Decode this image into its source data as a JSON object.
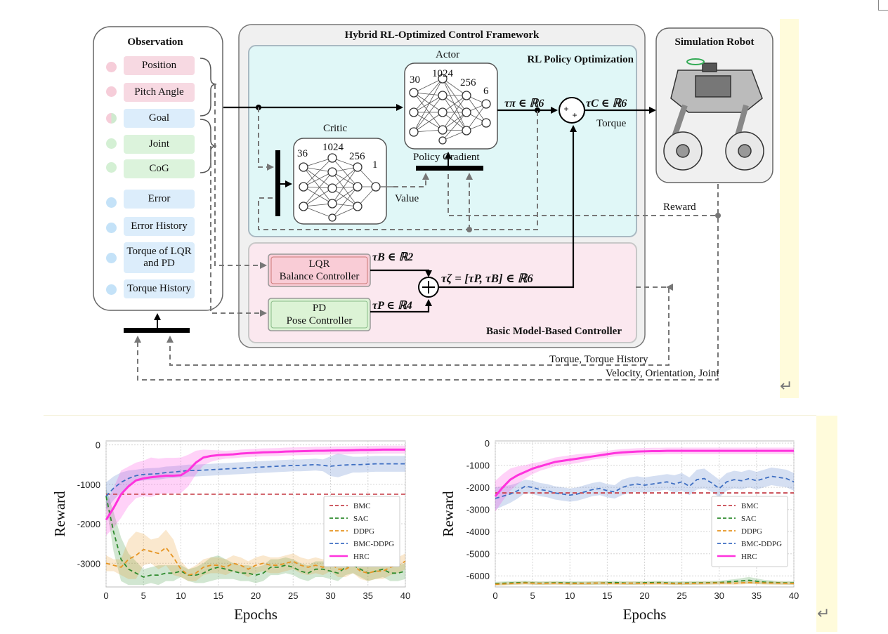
{
  "diagram": {
    "framework_title": "Hybrid RL-Optimized Control Framework",
    "observation": {
      "title": "Observation",
      "items": [
        "Position",
        "Pitch Angle",
        "Goal",
        "Joint",
        "CoG",
        "Error",
        "Error History",
        "Torque of LQR and PD",
        "Torque History"
      ]
    },
    "rl_policy": {
      "title": "RL Policy Optimization",
      "actor_label": "Actor",
      "actor_layers": [
        "30",
        "1024",
        "256",
        "6"
      ],
      "critic_label": "Critic",
      "critic_layers": [
        "36",
        "1024",
        "256",
        "1"
      ],
      "value_label": "Value",
      "policy_gradient_label": "Policy Gradient",
      "tau_pi": "τπ ∈ ℝ6",
      "tau_c": "τC ∈ ℝ6",
      "torque_label": "Torque"
    },
    "controller": {
      "title": "Basic Model-Based Controller",
      "lqr_line1": "LQR",
      "lqr_line2": "Balance Controller",
      "pd_line1": "PD",
      "pd_line2": "Pose Controller",
      "tau_b": "τB ∈ ℝ2",
      "tau_p": "τP ∈ ℝ4",
      "tau_zeta": "τζ = [τP, τB] ∈ ℝ6"
    },
    "robot": {
      "title": "Simulation Robot"
    },
    "feedback": {
      "reward_label": "Reward",
      "torque_history_label": "Torque, Torque History",
      "state_label": "Velocity, Orientation, Joint"
    },
    "colors": {
      "rl_bg": "#e0f7f7",
      "ctrl_bg": "#fbe8ef",
      "lqr": "#f9ccd6",
      "pd": "#dcf3d5",
      "hrc": "#ff33dd"
    }
  },
  "chart_data": [
    {
      "type": "line",
      "xlabel": "Epochs",
      "ylabel": "Reward",
      "xlim": [
        0,
        40
      ],
      "ylim": [
        -3600,
        100
      ],
      "x_ticks": [
        0,
        5,
        10,
        15,
        20,
        25,
        30,
        35,
        40
      ],
      "y_ticks": [
        0,
        -1000,
        -2000,
        -3000
      ],
      "grid": true,
      "legend_position": "right",
      "series": [
        {
          "name": "BMC",
          "color": "#c8464f",
          "dash": "dashed",
          "x": [
            0,
            40
          ],
          "y": [
            -1250,
            -1250
          ]
        },
        {
          "name": "SAC",
          "color": "#2e8b2e",
          "dash": "dashed",
          "x": [
            0,
            1,
            2,
            3,
            4,
            5,
            6,
            7,
            8,
            9,
            10,
            11,
            12,
            13,
            14,
            15,
            16,
            17,
            18,
            19,
            20,
            21,
            22,
            23,
            24,
            25,
            26,
            27,
            28,
            29,
            30,
            31,
            32,
            33,
            34,
            35,
            36,
            37,
            38,
            39,
            40
          ],
          "y": [
            -1300,
            -2200,
            -2900,
            -3150,
            -3250,
            -3350,
            -3300,
            -3300,
            -3250,
            -3250,
            -3200,
            -3300,
            -3300,
            -3250,
            -3150,
            -3100,
            -3150,
            -3200,
            -3250,
            -3250,
            -3300,
            -3250,
            -3100,
            -3100,
            -3050,
            -3100,
            -3200,
            -3250,
            -3150,
            -3150,
            -3200,
            -3250,
            -3100,
            -3050,
            -3150,
            -3250,
            -3200,
            -3150,
            -3250,
            -3250,
            -3200
          ],
          "band": [
            200,
            500,
            550,
            400,
            300,
            200,
            200,
            250,
            200,
            200,
            150,
            150,
            200,
            250,
            300,
            300,
            250,
            200,
            200,
            200,
            200,
            200,
            200,
            200,
            200,
            200,
            200,
            200,
            200,
            200,
            200,
            200,
            200,
            200,
            200,
            200,
            200,
            200,
            200,
            200,
            200
          ]
        },
        {
          "name": "DDPG",
          "color": "#e69421",
          "dash": "dashed",
          "x": [
            0,
            1,
            2,
            3,
            4,
            5,
            6,
            7,
            8,
            9,
            10,
            11,
            12,
            13,
            14,
            15,
            16,
            17,
            18,
            19,
            20,
            21,
            22,
            23,
            24,
            25,
            26,
            27,
            28,
            29,
            30,
            31,
            32,
            33,
            34,
            35,
            36,
            37,
            38,
            39,
            40
          ],
          "y": [
            -3000,
            -3050,
            -3100,
            -2900,
            -2800,
            -2650,
            -2700,
            -2750,
            -2600,
            -2850,
            -3150,
            -3300,
            -3250,
            -3100,
            -3050,
            -3050,
            -3100,
            -3000,
            -3050,
            -3150,
            -3050,
            -3000,
            -3050,
            -3050,
            -3000,
            -2950,
            -3050,
            -3100,
            -3050,
            -3100,
            -3000,
            -3150,
            -3150,
            -3050,
            -3200,
            -3250,
            -3200,
            -3200,
            -3100,
            -3050,
            -2950
          ],
          "band": [
            200,
            150,
            200,
            500,
            600,
            400,
            300,
            400,
            450,
            450,
            200,
            150,
            200,
            200,
            200,
            200,
            200,
            200,
            200,
            200,
            200,
            200,
            200,
            200,
            200,
            200,
            200,
            200,
            200,
            200,
            200,
            200,
            200,
            200,
            200,
            200,
            200,
            200,
            200,
            200,
            200
          ]
        },
        {
          "name": "BMC-DDPG",
          "color": "#3f6fc2",
          "dash": "dashed",
          "x": [
            0,
            1,
            2,
            3,
            4,
            5,
            6,
            7,
            8,
            9,
            10,
            11,
            12,
            13,
            14,
            15,
            16,
            17,
            18,
            19,
            20,
            21,
            22,
            23,
            24,
            25,
            26,
            27,
            28,
            29,
            30,
            31,
            32,
            33,
            34,
            35,
            36,
            37,
            38,
            39,
            40
          ],
          "y": [
            -1300,
            -1100,
            -950,
            -850,
            -780,
            -750,
            -740,
            -730,
            -700,
            -690,
            -670,
            -650,
            -650,
            -640,
            -630,
            -620,
            -610,
            -600,
            -590,
            -580,
            -570,
            -560,
            -550,
            -540,
            -530,
            -520,
            -520,
            -510,
            -500,
            -520,
            -540,
            -520,
            -510,
            -500,
            -500,
            -490,
            -480,
            -480,
            -480,
            -480,
            -480
          ],
          "band": [
            350,
            300,
            250,
            200,
            150,
            150,
            150,
            150,
            150,
            150,
            150,
            150,
            150,
            150,
            150,
            150,
            150,
            150,
            150,
            150,
            150,
            150,
            150,
            150,
            150,
            150,
            150,
            150,
            150,
            150,
            250,
            300,
            250,
            200,
            200,
            200,
            200,
            200,
            200,
            200,
            200
          ]
        },
        {
          "name": "HRC",
          "color": "#ff33dd",
          "dash": "solid",
          "x": [
            0,
            1,
            2,
            3,
            4,
            5,
            6,
            7,
            8,
            9,
            10,
            11,
            12,
            13,
            14,
            15,
            16,
            17,
            18,
            19,
            20,
            21,
            22,
            23,
            24,
            25,
            26,
            27,
            28,
            29,
            30,
            31,
            32,
            33,
            34,
            35,
            36,
            37,
            38,
            39,
            40
          ],
          "y": [
            -1900,
            -1600,
            -1250,
            -1050,
            -900,
            -850,
            -820,
            -800,
            -780,
            -780,
            -770,
            -650,
            -450,
            -320,
            -280,
            -260,
            -250,
            -240,
            -220,
            -210,
            -200,
            -190,
            -185,
            -180,
            -170,
            -165,
            -160,
            -155,
            -150,
            -150,
            -145,
            -140,
            -140,
            -135,
            -130,
            -130,
            -125,
            -120,
            -120,
            -120,
            -120
          ],
          "band": [
            400,
            500,
            600,
            500,
            450,
            450,
            500,
            450,
            450,
            450,
            450,
            400,
            300,
            200,
            150,
            120,
            100,
            100,
            100,
            100,
            100,
            100,
            100,
            100,
            100,
            100,
            100,
            100,
            100,
            100,
            100,
            100,
            100,
            100,
            100,
            100,
            100,
            100,
            100,
            100,
            100
          ]
        }
      ]
    },
    {
      "type": "line",
      "xlabel": "Epochs",
      "ylabel": "Reward",
      "xlim": [
        0,
        40
      ],
      "ylim": [
        -6500,
        100
      ],
      "x_ticks": [
        0,
        5,
        10,
        15,
        20,
        25,
        30,
        35,
        40
      ],
      "y_ticks": [
        0,
        -1000,
        -2000,
        -3000,
        -4000,
        -5000,
        -6000
      ],
      "grid": true,
      "legend_position": "right",
      "series": [
        {
          "name": "BMC",
          "color": "#c8464f",
          "dash": "dashed",
          "x": [
            0,
            40
          ],
          "y": [
            -2250,
            -2250
          ]
        },
        {
          "name": "SAC",
          "color": "#2e8b2e",
          "dash": "dashed",
          "x": [
            0,
            2,
            4,
            6,
            8,
            10,
            12,
            14,
            16,
            18,
            20,
            22,
            24,
            26,
            28,
            30,
            32,
            34,
            36,
            38,
            40
          ],
          "y": [
            -6350,
            -6320,
            -6300,
            -6330,
            -6310,
            -6320,
            -6330,
            -6320,
            -6300,
            -6330,
            -6310,
            -6300,
            -6330,
            -6320,
            -6310,
            -6300,
            -6250,
            -6200,
            -6280,
            -6310,
            -6320
          ],
          "band": [
            80,
            80,
            80,
            80,
            80,
            80,
            80,
            80,
            80,
            80,
            80,
            80,
            80,
            80,
            80,
            80,
            100,
            150,
            100,
            80,
            80
          ]
        },
        {
          "name": "DDPG",
          "color": "#e69421",
          "dash": "dashed",
          "x": [
            0,
            2,
            4,
            6,
            8,
            10,
            12,
            14,
            16,
            18,
            20,
            22,
            24,
            26,
            28,
            30,
            32,
            34,
            36,
            38,
            40
          ],
          "y": [
            -6380,
            -6350,
            -6320,
            -6340,
            -6330,
            -6350,
            -6340,
            -6320,
            -6350,
            -6330,
            -6340,
            -6330,
            -6350,
            -6340,
            -6330,
            -6320,
            -6330,
            -6300,
            -6320,
            -6330,
            -6340
          ],
          "band": [
            70,
            70,
            70,
            70,
            70,
            70,
            70,
            70,
            70,
            70,
            70,
            70,
            70,
            70,
            70,
            70,
            70,
            70,
            70,
            70,
            70
          ]
        },
        {
          "name": "BMC-DDPG",
          "color": "#3f6fc2",
          "dash": "dashed",
          "x": [
            0,
            1,
            2,
            3,
            4,
            5,
            6,
            7,
            8,
            9,
            10,
            11,
            12,
            13,
            14,
            15,
            16,
            17,
            18,
            19,
            20,
            21,
            22,
            23,
            24,
            25,
            26,
            27,
            28,
            29,
            30,
            31,
            32,
            33,
            34,
            35,
            36,
            37,
            38,
            39,
            40
          ],
          "y": [
            -2500,
            -2400,
            -2300,
            -2150,
            -1950,
            -2000,
            -2100,
            -2150,
            -2250,
            -2300,
            -2350,
            -2300,
            -2200,
            -2100,
            -2050,
            -2150,
            -2200,
            -2000,
            -1900,
            -1850,
            -1900,
            -1850,
            -1800,
            -1750,
            -1850,
            -1750,
            -1950,
            -1650,
            -1600,
            -1800,
            -2050,
            -1750,
            -1650,
            -1700,
            -1600,
            -1700,
            -1600,
            -1500,
            -1550,
            -1600,
            -1750
          ],
          "band": [
            500,
            450,
            400,
            350,
            300,
            300,
            300,
            300,
            300,
            300,
            300,
            300,
            300,
            300,
            300,
            300,
            300,
            350,
            350,
            350,
            350,
            350,
            350,
            350,
            400,
            400,
            400,
            450,
            450,
            400,
            400,
            400,
            400,
            400,
            400,
            400,
            400,
            400,
            400,
            400,
            400
          ]
        },
        {
          "name": "HRC",
          "color": "#ff33dd",
          "dash": "solid",
          "x": [
            0,
            1,
            2,
            3,
            4,
            5,
            6,
            7,
            8,
            9,
            10,
            11,
            12,
            13,
            14,
            15,
            16,
            17,
            18,
            19,
            20,
            21,
            22,
            23,
            24,
            25,
            26,
            27,
            28,
            29,
            30,
            31,
            32,
            33,
            34,
            35,
            36,
            37,
            38,
            39,
            40
          ],
          "y": [
            -2400,
            -2000,
            -1650,
            -1450,
            -1300,
            -1150,
            -1050,
            -950,
            -850,
            -800,
            -750,
            -700,
            -650,
            -600,
            -550,
            -500,
            -450,
            -420,
            -400,
            -380,
            -370,
            -360,
            -360,
            -350,
            -350,
            -350,
            -350,
            -350,
            -350,
            -350,
            -350,
            -350,
            -350,
            -350,
            -350,
            -350,
            -350,
            -350,
            -350,
            -350,
            -350
          ],
          "band": [
            700,
            600,
            500,
            400,
            300,
            250,
            200,
            200,
            200,
            200,
            200,
            200,
            180,
            150,
            150,
            150,
            150,
            150,
            150,
            150,
            150,
            150,
            150,
            150,
            150,
            150,
            150,
            150,
            150,
            150,
            150,
            150,
            150,
            150,
            150,
            150,
            150,
            150,
            150,
            150,
            150
          ]
        }
      ]
    }
  ]
}
